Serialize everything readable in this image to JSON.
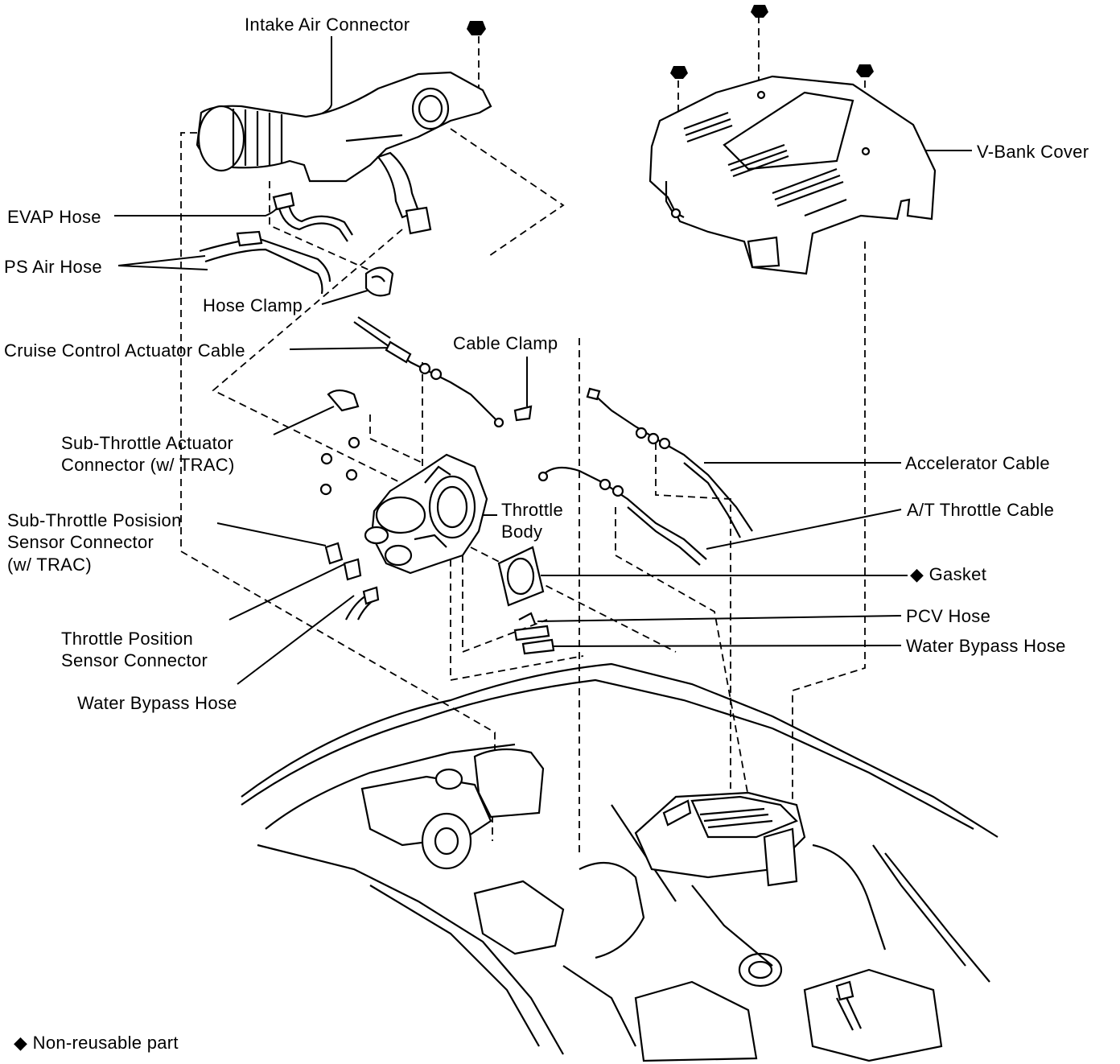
{
  "labels": {
    "intake_air_connector": "Intake Air Connector",
    "v_bank_cover": "V-Bank Cover",
    "evap_hose": "EVAP Hose",
    "ps_air_hose": "PS Air Hose",
    "hose_clamp": "Hose Clamp",
    "cruise_control_cable": "Cruise Control Actuator Cable",
    "cable_clamp": "Cable Clamp",
    "sub_throttle_actuator_line1": "Sub-Throttle Actuator",
    "sub_throttle_actuator_line2": "Connector (w/ TRAC)",
    "accelerator_cable": "Accelerator Cable",
    "throttle_body_line1": "Throttle",
    "throttle_body_line2": "Body",
    "at_throttle_cable": "A/T Throttle Cable",
    "sub_throttle_position_line1": "Sub-Throttle Posision",
    "sub_throttle_position_line2": "Sensor Connector",
    "sub_throttle_position_line3": "(w/ TRAC)",
    "gasket": "◆ Gasket",
    "pcv_hose": "PCV Hose",
    "throttle_position_line1": "Throttle Position",
    "throttle_position_line2": "Sensor Connector",
    "water_bypass_hose_right": "Water Bypass Hose",
    "water_bypass_hose_left": "Water Bypass Hose"
  },
  "legend": {
    "non_reusable": "◆ Non-reusable part"
  }
}
